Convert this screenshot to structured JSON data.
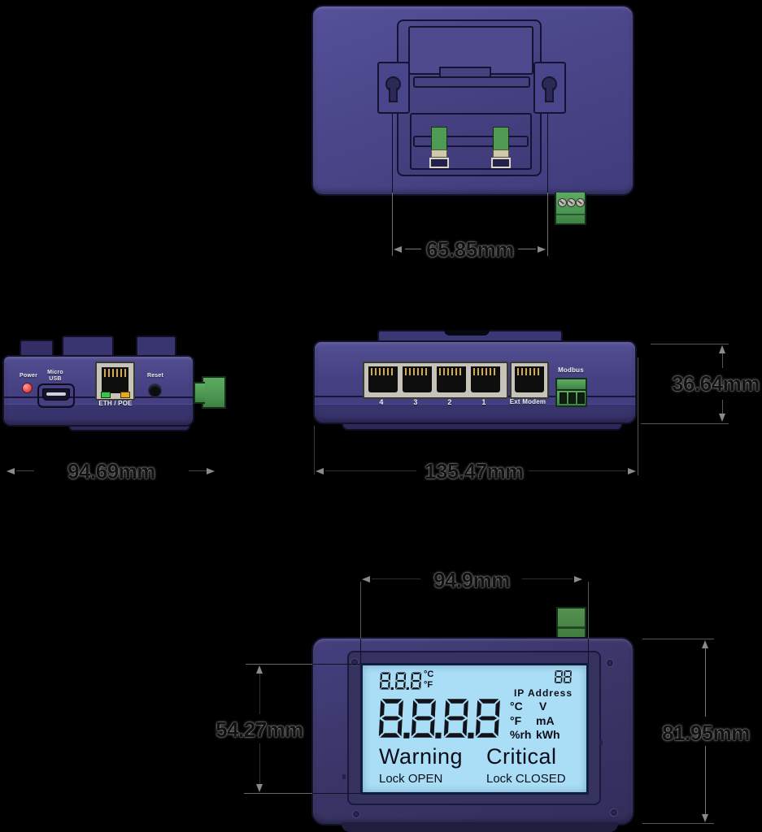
{
  "colors": {
    "device_purple": "#454183",
    "connector_green": "#4f9b53",
    "lcd_blue": "#a9def6",
    "led_red": "#e84b4b",
    "led_green": "#3dc24a",
    "led_orange": "#e8a71e"
  },
  "dimensions": {
    "back_width": "65.85mm",
    "side_width": "94.69mm",
    "front_width": "135.47mm",
    "front_height": "36.64mm",
    "display_width": "94.9mm",
    "display_lcd_height": "54.27mm",
    "display_height": "81.95mm"
  },
  "side_view": {
    "power": "Power",
    "micro": "Micro",
    "usb": "USB",
    "eth_poe": "ETH / POE",
    "reset": "Reset"
  },
  "front_view": {
    "ports": [
      "4",
      "3",
      "2",
      "1"
    ],
    "ext_modem": "Ext Modem",
    "modbus": "Modbus"
  },
  "lcd": {
    "aux_value": "8.8.8",
    "aux_unit_top": "°C",
    "aux_unit_bottom": "°F",
    "counter": "88",
    "ip_label": "IP Address",
    "main_value": "8.8.8.8",
    "unit_rows": [
      [
        "°C",
        "V"
      ],
      [
        "°F",
        "mA"
      ],
      [
        "%rh",
        "kWh"
      ]
    ],
    "warning": "Warning",
    "critical": "Critical",
    "lock_open": "Lock OPEN",
    "lock_closed": "Lock CLOSED"
  }
}
